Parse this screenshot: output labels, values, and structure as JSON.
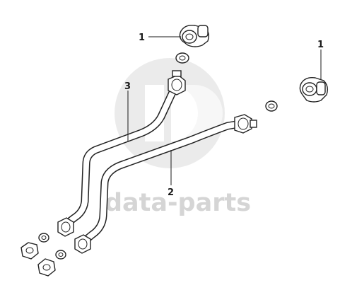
{
  "callouts": [
    {
      "id": "c1a",
      "label": "1"
    },
    {
      "id": "c1b",
      "label": "1"
    },
    {
      "id": "c3",
      "label": "3"
    },
    {
      "id": "c2",
      "label": "2"
    }
  ],
  "watermark": {
    "text": "data-parts",
    "color": "#c8c8c8"
  },
  "colors": {
    "line": "#1a1a1a",
    "background": "#ffffff"
  }
}
